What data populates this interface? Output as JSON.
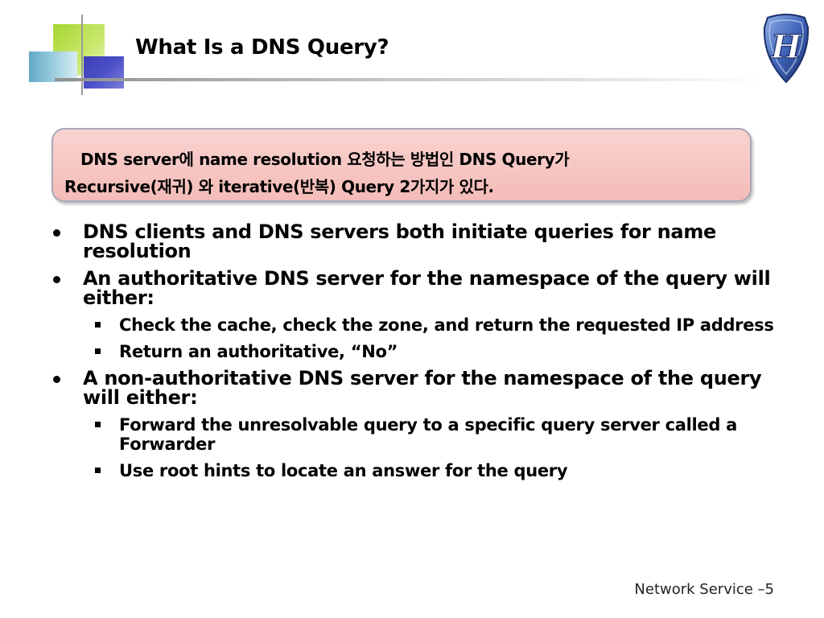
{
  "slide": {
    "title": "What Is a DNS Query?",
    "callout": {
      "line1": "DNS server에 name resolution 요청하는 방법인 DNS Query가",
      "line2": "Recursive(재귀) 와 iterative(반복) Query 2가지가 있다."
    },
    "bullets": [
      {
        "text": "DNS clients and DNS servers both initiate queries for name resolution",
        "sub": []
      },
      {
        "text": "An authoritative DNS server for the namespace of the query will either:",
        "sub": [
          "Check the cache, check the zone, and return the requested IP address",
          "Return an authoritative, “No”"
        ]
      },
      {
        "text": "A non-authoritative DNS server for the namespace of the query will either:",
        "sub": [
          "Forward the unresolvable query to a specific query server called a Forwarder",
          "Use root hints to locate an answer for the query"
        ]
      }
    ],
    "footer": "Network Service –5"
  },
  "logo": {
    "icon": "shield-h-icon",
    "letter": "H",
    "colors": {
      "shield": "#3f63b8",
      "shield_light": "#8fb0e6",
      "outline": "#1d2f6b"
    }
  },
  "colors": {
    "callout_fill": "#f4bcb8",
    "accent_green": "#a6d631",
    "accent_blue": "#3c3fb4",
    "accent_teal": "#5fa9c7"
  }
}
